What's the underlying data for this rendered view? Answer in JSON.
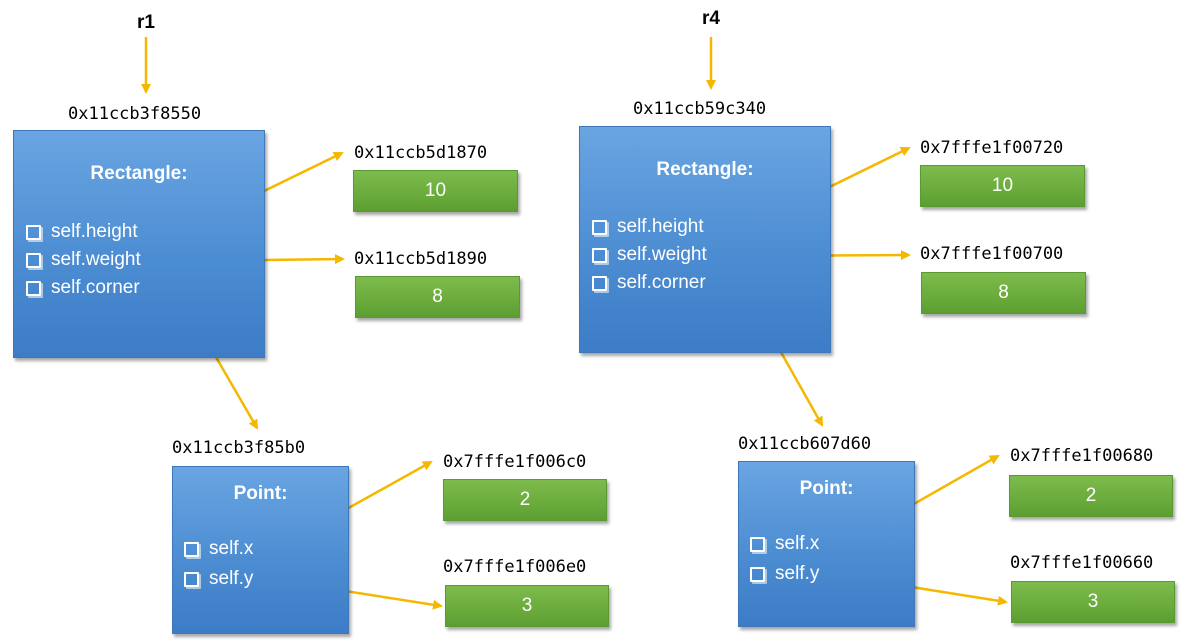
{
  "left": {
    "ref": "r1",
    "rect_addr": "0x11ccb3f8550",
    "rect_title": "Rectangle:",
    "rect_fields": [
      "self.height",
      "self.weight",
      "self.corner"
    ],
    "height_addr": "0x11ccb5d1870",
    "height_val": "10",
    "weight_addr": "0x11ccb5d1890",
    "weight_val": "8",
    "point_addr": "0x11ccb3f85b0",
    "point_title": "Point:",
    "point_fields": [
      "self.x",
      "self.y"
    ],
    "x_addr": "0x7fffe1f006c0",
    "x_val": "2",
    "y_addr": "0x7fffe1f006e0",
    "y_val": "3"
  },
  "right": {
    "ref": "r4",
    "rect_addr": "0x11ccb59c340",
    "rect_title": "Rectangle:",
    "rect_fields": [
      "self.height",
      "self.weight",
      "self.corner"
    ],
    "height_addr": "0x7fffe1f00720",
    "height_val": "10",
    "weight_addr": "0x7fffe1f00700",
    "weight_val": "8",
    "point_addr": "0x11ccb607d60",
    "point_title": "Point:",
    "point_fields": [
      "self.x",
      "self.y"
    ],
    "x_addr": "0x7fffe1f00680",
    "x_val": "2",
    "y_addr": "0x7fffe1f00660",
    "y_val": "3"
  },
  "colors": {
    "arrow": "#f5b800",
    "object_box": "#4a8bd1",
    "value_box": "#6aab3c"
  }
}
